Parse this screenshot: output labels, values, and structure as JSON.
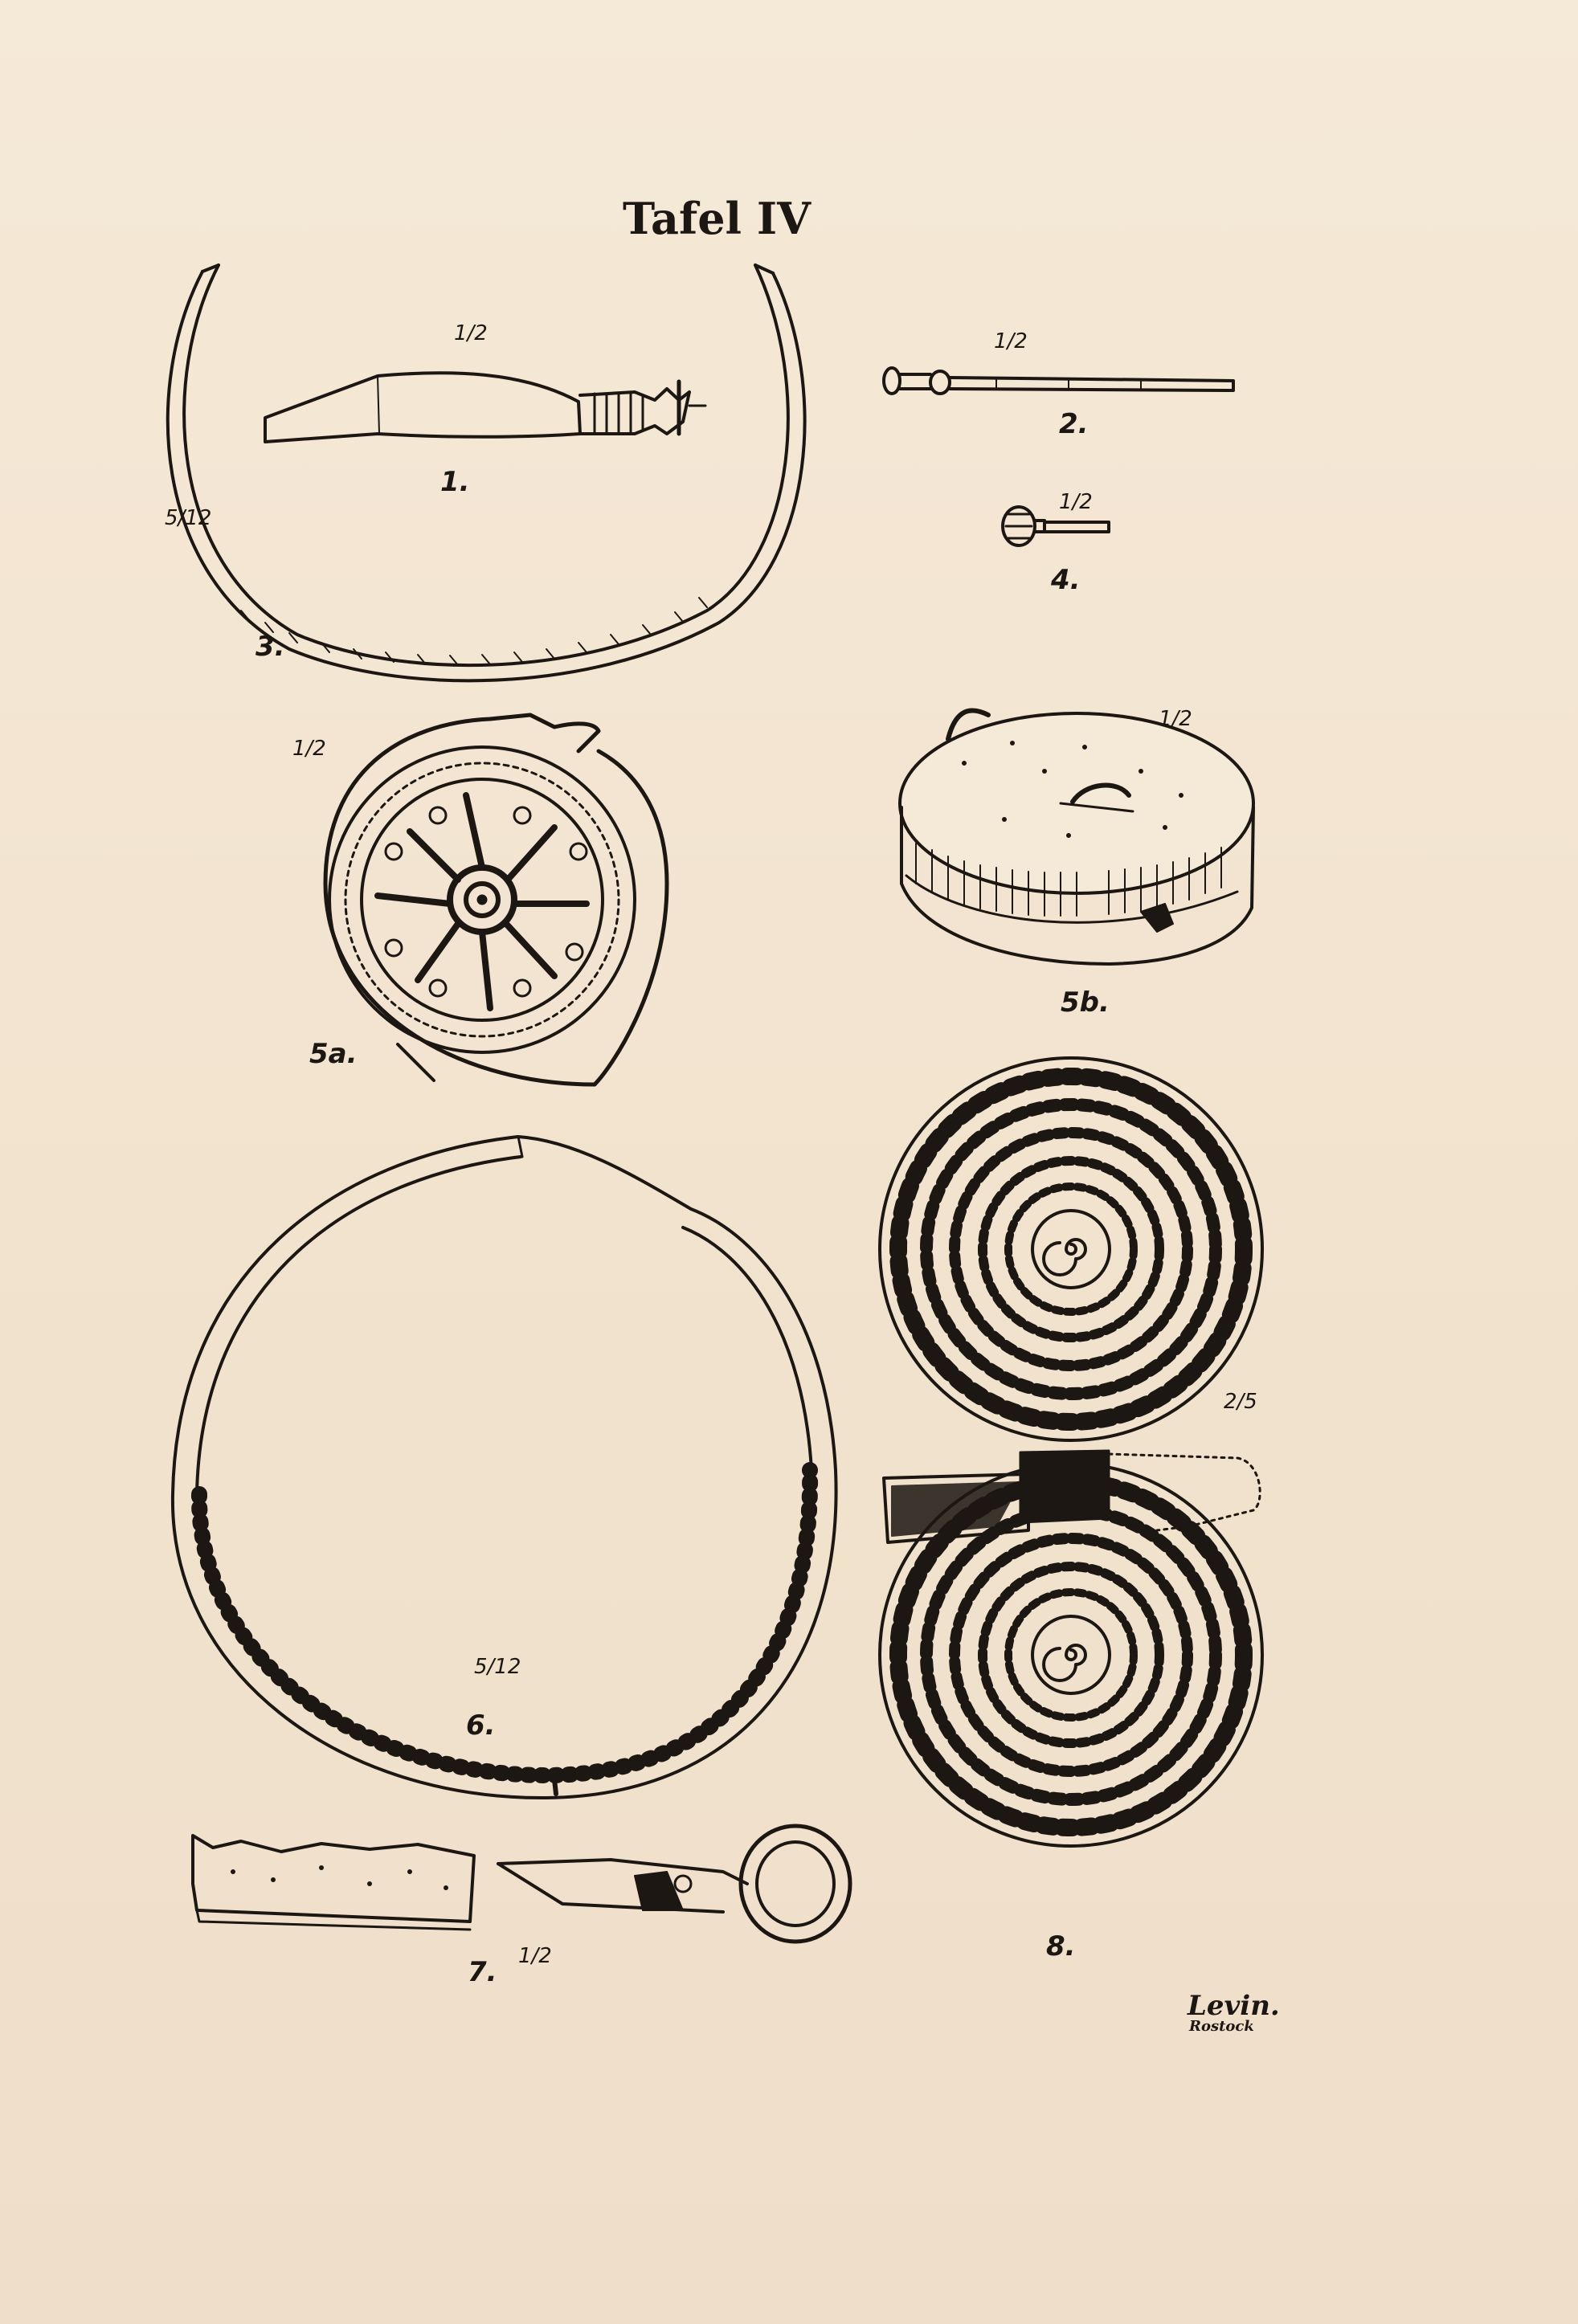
{
  "plate_title": "Tafel IV",
  "figures": [
    {
      "number": "1.",
      "scale": "1/2"
    },
    {
      "number": "2.",
      "scale": "1/2"
    },
    {
      "number": "3.",
      "scale": "5/12"
    },
    {
      "number": "4.",
      "scale": "1/2"
    },
    {
      "number": "5a.",
      "scale": "1/2"
    },
    {
      "number": "5b.",
      "scale": "1/2"
    },
    {
      "number": "6.",
      "scale": "5/12"
    },
    {
      "number": "7.",
      "scale": "1/2"
    },
    {
      "number": "8.",
      "scale": "2/5"
    }
  ],
  "signature": {
    "name": "Levin.",
    "city": "Rostock"
  }
}
